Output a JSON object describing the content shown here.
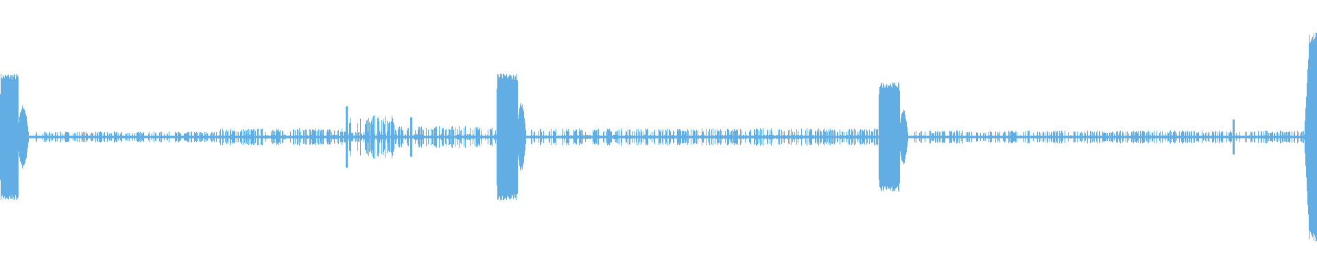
{
  "waveform": {
    "color": "#62ade4",
    "background": "#ffffff",
    "bursts": [
      {
        "start": 0.0,
        "end": 0.014,
        "amplitude": 0.58
      },
      {
        "start": 0.377,
        "end": 0.393,
        "amplitude": 0.58
      },
      {
        "start": 0.667,
        "end": 0.683,
        "amplitude": 0.5
      },
      {
        "start": 0.99,
        "end": 1.0,
        "amplitude": 0.96
      }
    ],
    "decays": [
      {
        "at": 0.014,
        "width": 0.012,
        "amplitude": 0.3
      },
      {
        "at": 0.393,
        "width": 0.01,
        "amplitude": 0.32
      },
      {
        "at": 0.683,
        "width": 0.01,
        "amplitude": 0.26
      }
    ],
    "noise_regions": [
      {
        "start": 0.026,
        "end": 0.165,
        "amplitude": 0.05
      },
      {
        "start": 0.165,
        "end": 0.262,
        "amplitude": 0.08
      },
      {
        "start": 0.262,
        "end": 0.3,
        "amplitude": 0.2
      },
      {
        "start": 0.3,
        "end": 0.377,
        "amplitude": 0.1
      },
      {
        "start": 0.403,
        "end": 0.667,
        "amplitude": 0.08
      },
      {
        "start": 0.693,
        "end": 0.99,
        "amplitude": 0.06
      }
    ],
    "spikes": [
      {
        "at": 0.263,
        "amplitude": 0.28
      },
      {
        "at": 0.312,
        "amplitude": 0.18
      },
      {
        "at": 0.9365,
        "amplitude": 0.16
      }
    ]
  }
}
